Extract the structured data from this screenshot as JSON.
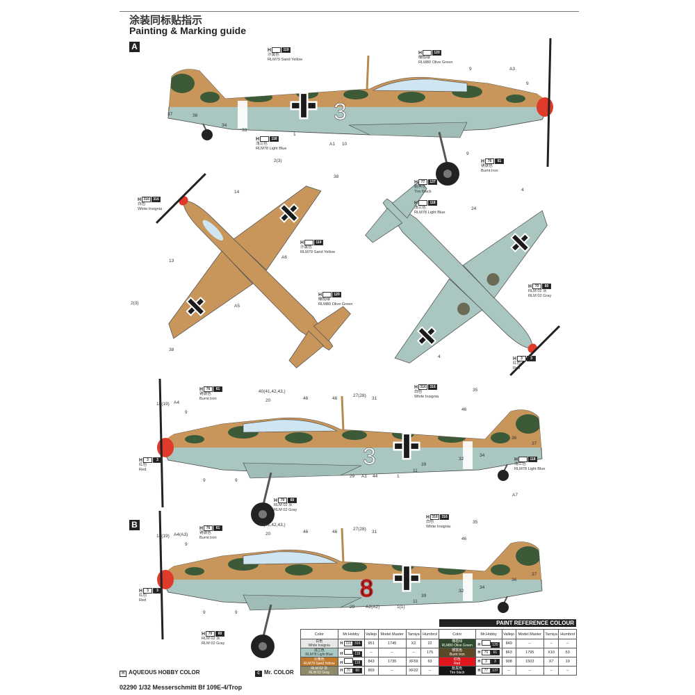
{
  "title_cn": "涂装同标贴指示",
  "title_en": "Painting & Marking guide",
  "schemes": [
    "A",
    "B"
  ],
  "markings": {
    "a_number": "3",
    "b_number": "8"
  },
  "callouts": [
    {
      "h": "H",
      "codes": [
        "",
        "119"
      ],
      "cn": "沙黄色",
      "en": "RLM79 Sand Yellow"
    },
    {
      "h": "H",
      "codes": [
        "",
        "120"
      ],
      "cn": "橄榄绿",
      "en": "RLM80 Olive Green"
    },
    {
      "h": "H",
      "codes": [
        "",
        "118"
      ],
      "cn": "浅兰色",
      "en": "RLM78 Light Blue"
    },
    {
      "h": "H",
      "codes": [
        "76",
        "61"
      ],
      "cn": "锈铁色",
      "en": "Burnt Iron"
    },
    {
      "h": "H",
      "codes": [
        "77",
        "137"
      ],
      "cn": "胎黑色",
      "en": "Tire Black"
    },
    {
      "h": "H",
      "codes": [
        "",
        "118"
      ],
      "cn": "浅兰色",
      "en": "RLM78 Light Blue"
    },
    {
      "h": "H",
      "codes": [
        "316",
        "316"
      ],
      "cn": "白色",
      "en": "White Insignia"
    },
    {
      "h": "H",
      "codes": [
        "",
        "119"
      ],
      "cn": "沙黄色",
      "en": "RLM79 Sand Yellow"
    },
    {
      "h": "H",
      "codes": [
        "",
        "120"
      ],
      "cn": "橄榄绿",
      "en": "RLM80 Olive Green"
    },
    {
      "h": "H",
      "codes": [
        "70",
        "60"
      ],
      "cn": "RLM 02 灰",
      "en": "RLM 02 Gray"
    },
    {
      "h": "H",
      "codes": [
        "3",
        "3"
      ],
      "cn": "红色",
      "en": "Red"
    },
    {
      "h": "H",
      "codes": [
        "76",
        "61"
      ],
      "cn": "锈铁色",
      "en": "Burnt Iron"
    },
    {
      "h": "H",
      "codes": [
        "316",
        "316"
      ],
      "cn": "白色",
      "en": "White Insignia"
    },
    {
      "h": "H",
      "codes": [
        "3",
        "3"
      ],
      "cn": "红色",
      "en": "Red"
    },
    {
      "h": "H",
      "codes": [
        "",
        "118"
      ],
      "cn": "浅兰色",
      "en": "RLM78 Light Blue"
    },
    {
      "h": "H",
      "codes": [
        "70",
        "60"
      ],
      "cn": "RLM 02 灰",
      "en": "RLM 02 Gray"
    },
    {
      "h": "H",
      "codes": [
        "76",
        "61"
      ],
      "cn": "锈铁色",
      "en": "Burnt Iron"
    },
    {
      "h": "H",
      "codes": [
        "316",
        "316"
      ],
      "cn": "白色",
      "en": "White Insignia"
    },
    {
      "h": "H",
      "codes": [
        "3",
        "3"
      ],
      "cn": "红色",
      "en": "Red"
    },
    {
      "h": "H",
      "codes": [
        "70",
        "60"
      ],
      "cn": "RLM 02 灰",
      "en": "RLM 02 Gray"
    }
  ],
  "part_numbers": [
    "9",
    "A3",
    "9",
    "37",
    "36",
    "34",
    "33",
    "1",
    "A1",
    "10",
    "9",
    "2(3)",
    "38",
    "14",
    "13",
    "A6",
    "A5",
    "2(3)",
    "38",
    "4",
    "24",
    "4",
    "18(19)",
    "A4",
    "9",
    "40(41,42,43,)",
    "20",
    "46",
    "46",
    "27(28)",
    "31",
    "35",
    "46",
    "36",
    "37",
    "34",
    "32",
    "29",
    "A1",
    "44",
    "1",
    "11",
    "39",
    "9",
    "9",
    "18(19)",
    "A4(A3)",
    "9",
    "40(41,42,43,)",
    "20",
    "46",
    "46",
    "27(28)",
    "31",
    "A7",
    "35",
    "46",
    "36",
    "37",
    "34",
    "32",
    "29",
    "A2(A2)",
    "1(1)",
    "11",
    "39",
    "9",
    "9"
  ],
  "paint_table": {
    "title": "PAINT  REFERENCE COLOUR",
    "headers": [
      "Color",
      "Mr.Hobby",
      "Vallejo",
      "Model Master",
      "Tamiya",
      "Humbrol",
      "Color",
      "Mr.Hobby",
      "Vallejo",
      "Model Master",
      "Tamiya",
      "Humbrol"
    ],
    "rows": [
      [
        {
          "cn": "白色",
          "en": "White Insignia",
          "bg": "#e8e8e8",
          "fg": "#333",
          "h": [
            "316",
            "316"
          ],
          "vallejo": "951",
          "mm": "1745",
          "tamiya": "X2",
          "humbrol": "22"
        },
        {
          "cn": "橄榄绿",
          "en": "RLM80 Olive Green",
          "bg": "#2f4a2c",
          "fg": "#fff",
          "h": [
            "",
            "120"
          ],
          "vallejo": "849",
          "mm": "–",
          "tamiya": "–",
          "humbrol": "–"
        }
      ],
      [
        {
          "cn": "浅兰色",
          "en": "RLM78 Light Blue",
          "bg": "#a9c9c4",
          "fg": "#333",
          "h": [
            "",
            "118"
          ],
          "vallejo": "–",
          "mm": "–",
          "tamiya": "–",
          "humbrol": "175"
        },
        {
          "cn": "锈铁色",
          "en": "Burnt Iron",
          "bg": "#5a4a2a",
          "fg": "#fff",
          "h": [
            "76",
            "61"
          ],
          "vallejo": "863",
          "mm": "1795",
          "tamiya": "X10",
          "humbrol": "53"
        }
      ],
      [
        {
          "cn": "沙黄色",
          "en": "RLM79 Sand Yellow",
          "bg": "#c07a2e",
          "fg": "#fff",
          "h": [
            "",
            "119"
          ],
          "vallejo": "843",
          "mm": "1735",
          "tamiya": "XF59",
          "humbrol": "63"
        },
        {
          "cn": "红色",
          "en": "Red",
          "bg": "#e0161e",
          "fg": "#fff",
          "h": [
            "3",
            "3"
          ],
          "vallejo": "908",
          "mm": "1503",
          "tamiya": "X7",
          "humbrol": "19"
        }
      ],
      [
        {
          "cn": "RLM 02 灰",
          "en": "RLM 02 Gray",
          "bg": "#8e8a6a",
          "fg": "#fff",
          "h": [
            "70",
            "60"
          ],
          "vallejo": "869",
          "mm": "–",
          "tamiya": "XF22",
          "humbrol": "–"
        },
        {
          "cn": "胎黑色",
          "en": "Tire black",
          "bg": "#161616",
          "fg": "#fff",
          "h": [
            "77",
            "137"
          ],
          "vallejo": "–",
          "mm": "–",
          "tamiya": "–",
          "humbrol": "–"
        }
      ]
    ]
  },
  "legend": {
    "aqueous_icon": "H",
    "aqueous_label": "AQUEOUS HOBBY COLOR",
    "mr_icon": "C",
    "mr_label": "Mr. COLOR"
  },
  "product_line": "02290 1/32 Messerschmitt Bf 109E-4/Trop",
  "colors": {
    "sand": "#c8955a",
    "olive": "#3d5a38",
    "light_blue": "#a9c6c0",
    "red": "#e03a2a"
  }
}
